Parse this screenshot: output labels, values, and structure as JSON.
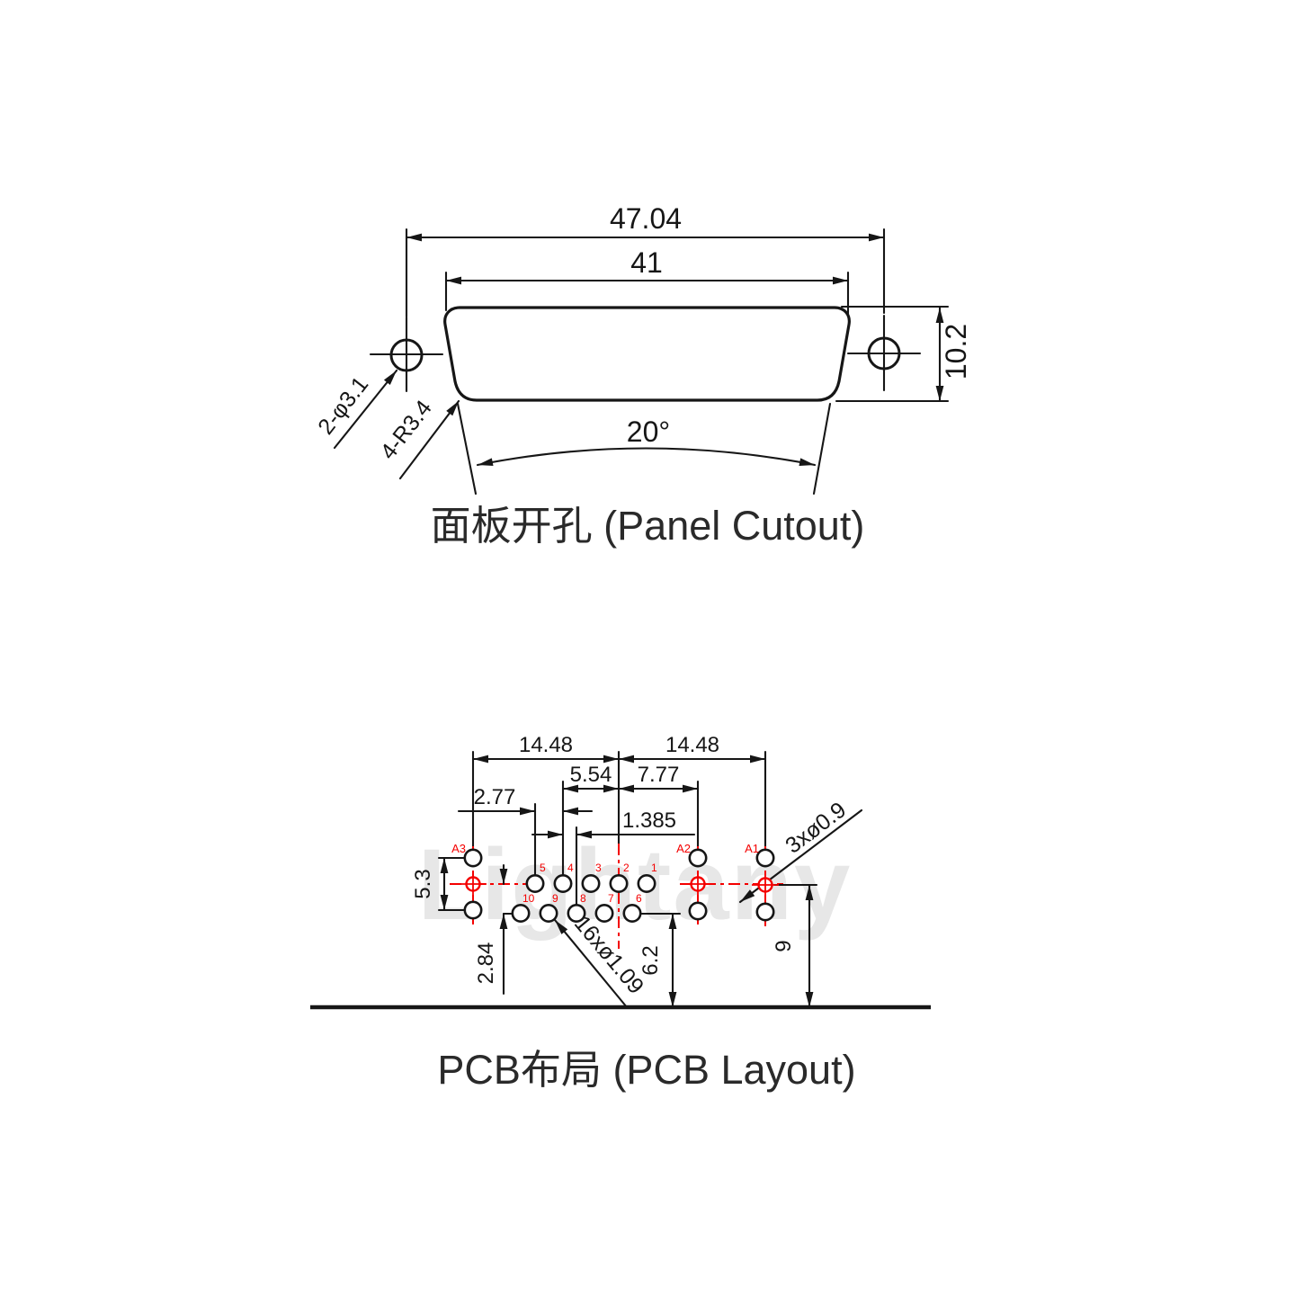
{
  "watermark": "Lightany",
  "colors": {
    "line": "#161616",
    "red": "#f40000",
    "watermark": "#e7e7e7"
  },
  "panel_cutout": {
    "title": "面板开孔 (Panel Cutout)",
    "dim_mount_span": "47.04",
    "dim_cutout_width": "41",
    "dim_height": "10.2",
    "dim_angle": "20°",
    "label_mount_holes": "2-φ3.1",
    "label_corner_radius": "4-R3.4"
  },
  "pcb_layout": {
    "title": "PCB布局 (PCB Layout)",
    "dim_left_span": "14.48",
    "dim_right_span": "14.48",
    "dim_upper_pitch2": "5.54",
    "dim_coax_offset": "7.77",
    "dim_pitch": "2.77",
    "dim_half_pitch": "1.385",
    "dim_ground_span": "5.3",
    "dim_row_offset": "2.84",
    "dim_lower_to_edge": "6.2",
    "dim_center_to_edge": "9",
    "label_signal_holes": "16xø1.09",
    "label_coax_holes": "3xø0.9",
    "pins": {
      "upper": [
        "5",
        "4",
        "3",
        "2",
        "1"
      ],
      "lower": [
        "10",
        "9",
        "8",
        "7",
        "6"
      ],
      "coax": [
        "A3",
        "A2",
        "A1"
      ]
    }
  }
}
